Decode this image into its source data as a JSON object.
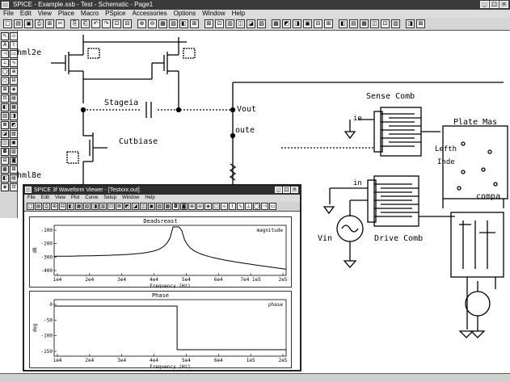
{
  "window": {
    "title": "SPICE - Example.ssb - Test - Schematic - Page1"
  },
  "menubar": [
    "File",
    "Edit",
    "View",
    "Place",
    "Macro",
    "PSpice",
    "Accessories",
    "Options",
    "Window",
    "Help"
  ],
  "tools": {
    "toolbar_glyphs": [
      "□",
      "▤",
      "▣",
      "⎙",
      "⊞",
      "✂",
      "⎘",
      "⎗",
      "↶",
      "↷",
      "⊡",
      "⊟",
      "⊕",
      "⊖",
      "▦",
      "▧",
      "◧",
      "⊞",
      "⊠",
      "⊡",
      "▥",
      "◫",
      "◪",
      "▨",
      "▩",
      "◩",
      "◨",
      "▣",
      "⊟",
      "⊞",
      "◧",
      "▤",
      "▦",
      "◫",
      "⊡",
      "▥",
      "◨",
      "⊠"
    ],
    "palette_glyphs": [
      "↖",
      "⊹",
      "A",
      "⌇",
      "⊣",
      "▭",
      "⊥",
      "∿",
      "◯",
      "⊕",
      "▢",
      "⊟",
      "⊞",
      "◈",
      "⊡",
      "▤",
      "◧",
      "▦",
      "▥",
      "◨",
      "⊠",
      "◩",
      "◪",
      "▧",
      "◫",
      "▣",
      "◘",
      "▨",
      "⊟",
      "◙",
      "▩",
      "⊞",
      "◧",
      "▤",
      "◈",
      "⊡"
    ]
  },
  "schematic": {
    "labels": {
      "hml2e": "hml2e",
      "hml8e": "hml8e",
      "stageia": "Stageia",
      "vout": "Vout",
      "oute": "oute",
      "cutbiase": "Cutbiase",
      "sense_comb": "Sense Comb",
      "drive_comb": "Drive Comb",
      "plate_mass": "Plate Mas",
      "left": "Lefth",
      "inde": "Inde",
      "in_label": "in",
      "vin": "Vin",
      "comps": "compa",
      "ie": "ie"
    }
  },
  "waveform_viewer": {
    "title": "SPICE 3f Waveform Viewer - [Testxxx.out]",
    "menu": [
      "File",
      "Edit",
      "View",
      "Plot",
      "Curve",
      "Setup",
      "Window",
      "Help"
    ],
    "toolbar_glyphs": [
      "□",
      "▤",
      "⎙",
      "⊞",
      "⊟",
      "◧",
      "▦",
      "▧",
      "◨",
      "▥",
      "⊡",
      "⊠",
      "◩",
      "◪",
      "◫",
      "▣",
      "▨",
      "▩",
      "◘",
      "◙",
      "⊕",
      "⊖",
      "◈",
      "▢",
      "⊹",
      "⌇",
      "∿",
      "⊥",
      "◯",
      "⊣",
      "▭"
    ],
    "magnitude_panel": {
      "title": "Deadsreast",
      "y_label": "dB",
      "x_label": "Frequency (Hz)",
      "y_ticks": [
        "-100",
        "-200",
        "-300",
        "-400"
      ],
      "x_ticks": [
        "1e4",
        "2e4",
        "3e4",
        "4e4",
        "5e4",
        "6e4",
        "7e4 1e5",
        "2e5"
      ],
      "legend": "magnitude"
    },
    "phase_panel": {
      "title": "Phase",
      "y_label": "deg",
      "x_label": "Frequency (Hz)",
      "y_ticks": [
        "0",
        "-50",
        "-100",
        "-150"
      ],
      "x_ticks": [
        "1e4",
        "2e4",
        "3e4",
        "4e4",
        "5e4",
        "6e4",
        "1e5",
        "2e5"
      ],
      "legend": "phase"
    }
  }
}
